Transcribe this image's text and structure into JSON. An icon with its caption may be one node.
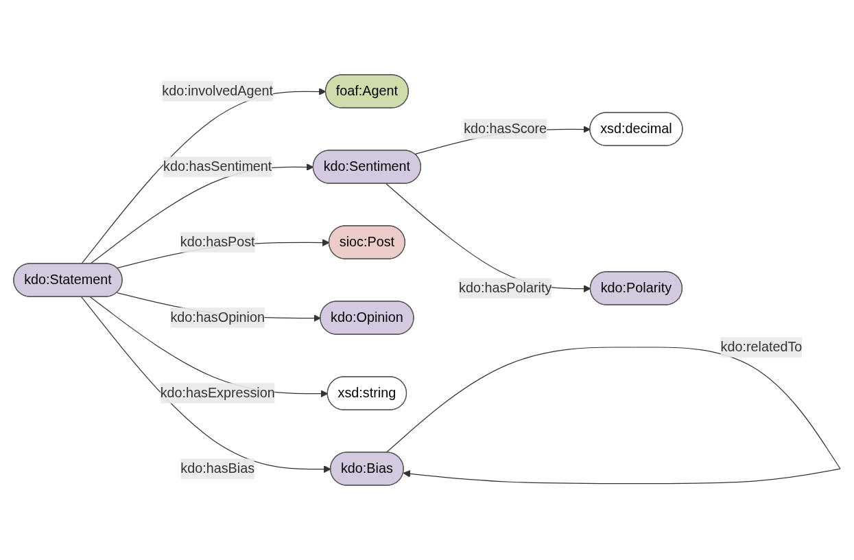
{
  "diagram": {
    "nodes": [
      {
        "text": [
          "xsd:decimal"
        ]
      },
      {
        "text": [
          "foaf:Agent"
        ]
      },
      {
        "text": [
          "kdo:Sentiment"
        ]
      },
      {
        "text": [
          "kdo:Polarity"
        ]
      },
      {
        "text": [
          "sioc:Post"
        ]
      },
      {
        "text": [
          "kdo:Statement"
        ]
      },
      {
        "text": [
          "kdo:Opinion"
        ]
      },
      {
        "text": [
          "xsd:string"
        ]
      },
      {
        "text": [
          "kdo:Bias"
        ]
      }
    ],
    "edges": [
      {
        "from": 2,
        "to": 0,
        "arrow": "to",
        "label": "kdo:hasScore"
      },
      {
        "from": 2,
        "to": 3,
        "arrow": "to",
        "label": "kdo:hasPolarity"
      },
      {
        "from": 5,
        "to": 1,
        "arrow": "to",
        "label": "kdo:involvedAgent"
      },
      {
        "from": 5,
        "to": 2,
        "arrow": "to",
        "label": "kdo:hasSentiment"
      },
      {
        "from": 5,
        "to": 4,
        "arrow": "to",
        "label": "kdo:hasPost"
      },
      {
        "from": 5,
        "to": 6,
        "arrow": "to",
        "label": "kdo:hasOpinion"
      },
      {
        "from": 5,
        "to": 8,
        "arrow": "to",
        "label": "kdo:hasBias"
      },
      {
        "from": 5,
        "to": 7,
        "arrow": "to",
        "label": "kdo:hasExpression"
      },
      {
        "from": 8,
        "to": 8,
        "arrow": "to",
        "label": "kdo:relatedTo"
      }
    ]
  }
}
